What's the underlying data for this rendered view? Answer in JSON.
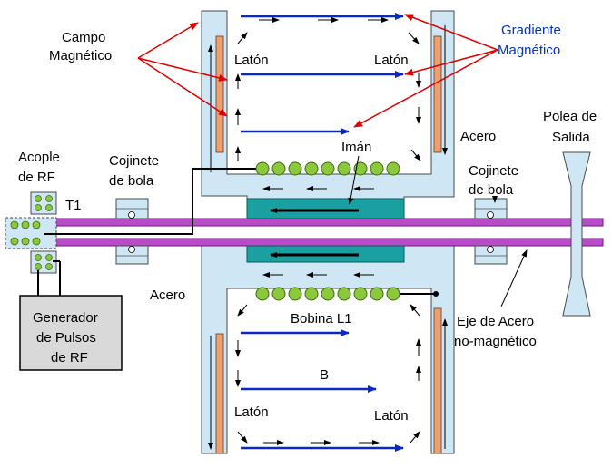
{
  "labels": {
    "campo_line1": "Campo",
    "campo_line2": "Magnético",
    "gradiente_line1": "Gradiente",
    "gradiente_line2": "Magnético",
    "laton_top_left": "Latón",
    "laton_top_right": "Latón",
    "laton_bottom_left": "Latón",
    "laton_bottom_right": "Latón",
    "iman": "Imán",
    "acero_right": "Acero",
    "acero_left": "Acero",
    "polea_line1": "Polea de",
    "polea_line2": "Salida",
    "acople_line1": "Acople",
    "acople_line2": "de RF",
    "cojinete_left_line1": "Cojinete",
    "cojinete_left_line2": "de bola",
    "cojinete_right_line1": "Cojinete",
    "cojinete_right_line2": "de bola",
    "t1": "T1",
    "generador_line1": "Generador",
    "generador_line2": "de Pulsos",
    "generador_line3": "de RF",
    "bobina": "Bobina L1",
    "b_field": "B",
    "eje_line1": "Eje de Acero",
    "eje_line2": "no-magnético"
  },
  "colors": {
    "field_arrow": "#0a28c8",
    "pointer_red": "#e00000",
    "brass_plate": "#f0a070",
    "steel": "#cfe6f5",
    "shaft": "#b84cc8",
    "magnet": "#1aa0a0",
    "coil": "#8cc83c",
    "generator": "#d9d9d9"
  }
}
